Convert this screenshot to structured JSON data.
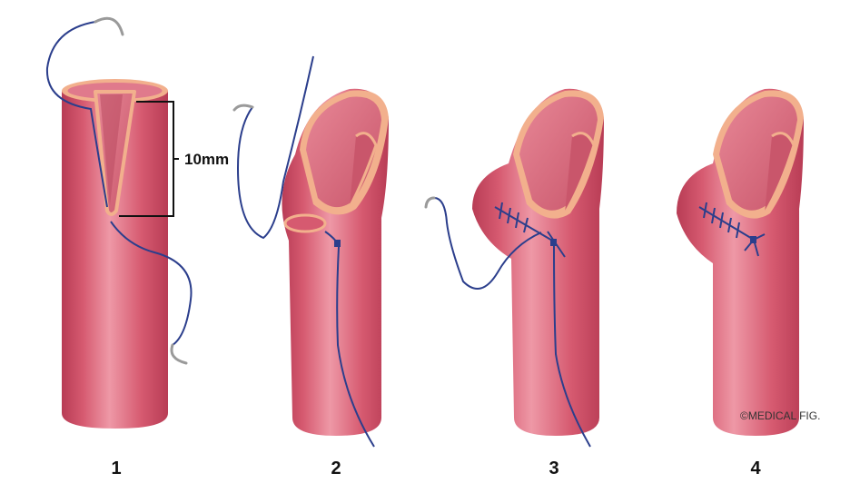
{
  "figure": {
    "steps": [
      {
        "number": "1"
      },
      {
        "number": "2"
      },
      {
        "number": "3"
      },
      {
        "number": "4"
      }
    ],
    "dimension_label": "10mm",
    "copyright": "©MEDICAL FIG.",
    "colors": {
      "vessel": "#d65a70",
      "vessel_shadow": "#b83c55",
      "vessel_highlight": "#ee98a6",
      "lumen": "#e07a8c",
      "wall_edge": "#f2b08d",
      "suture": "#2b3e8c",
      "needle": "#9a9a9a"
    }
  }
}
